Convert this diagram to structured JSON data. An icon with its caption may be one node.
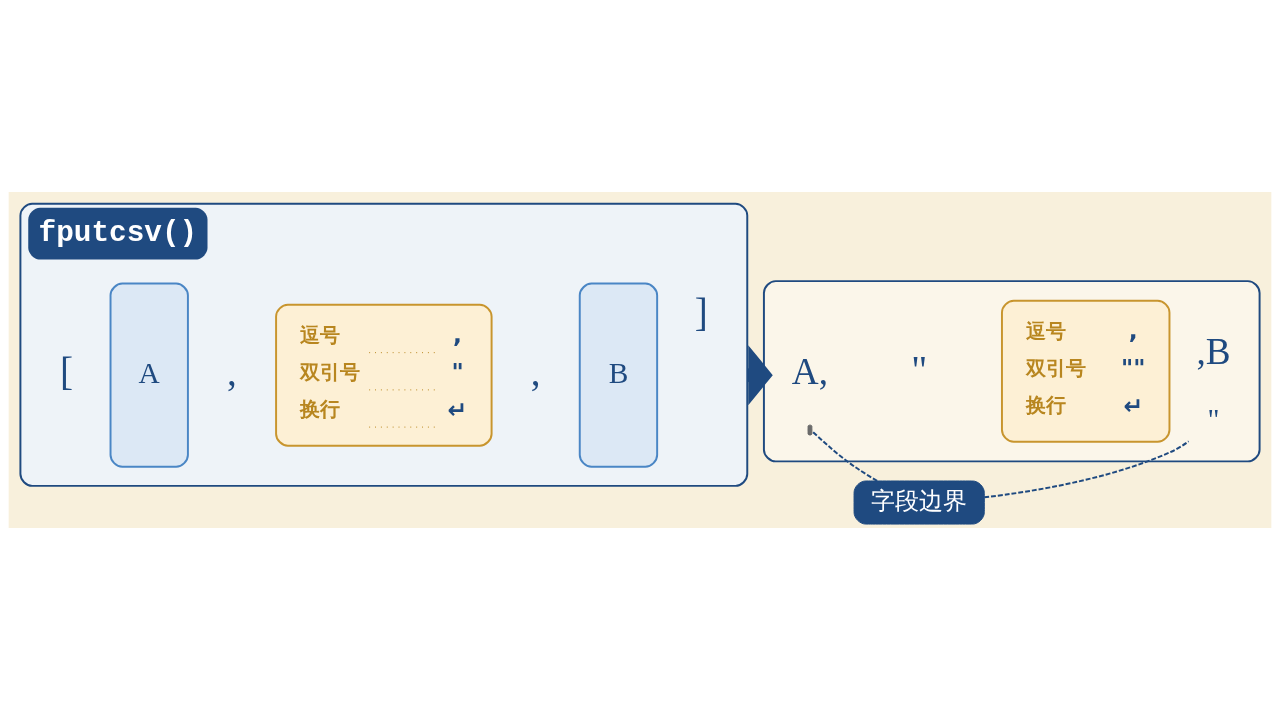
{
  "diagram": {
    "nodes": [
      {
        "text": [
          "fputcsv()"
        ]
      },
      {
        "text": [
          "A"
        ],
        "in": 0
      },
      {
        "text": [
          "逗号",
          ",",
          "双引号",
          "\"",
          "换行",
          "↵"
        ],
        "in": 0
      },
      {
        "text": [
          "B"
        ],
        "in": 0
      },
      {
        "text": [],
        "shape": "box"
      },
      {
        "text": [
          "A,"
        ],
        "in": 4
      },
      {
        "text": [
          "逗号",
          ",",
          "双引号",
          "\"\"",
          "换行",
          "↵"
        ],
        "in": 4
      },
      {
        "text": [
          ",B"
        ],
        "in": 4
      },
      {
        "text": [
          "\""
        ],
        "in": 4
      },
      {
        "text": [],
        "shape": "bar",
        "in": 4
      },
      {
        "text": [
          "字段边界"
        ]
      }
    ],
    "edges": [
      {
        "from": 0,
        "to": 4,
        "arrow": "to",
        "style": "thick"
      },
      {
        "from": 10,
        "to": 9,
        "arrow": "none",
        "style": "dashed"
      },
      {
        "from": 10,
        "to": 8,
        "arrow": "none",
        "style": "dashed"
      }
    ],
    "labels": [
      "[",
      ",",
      ",",
      "]",
      "\""
    ]
  }
}
